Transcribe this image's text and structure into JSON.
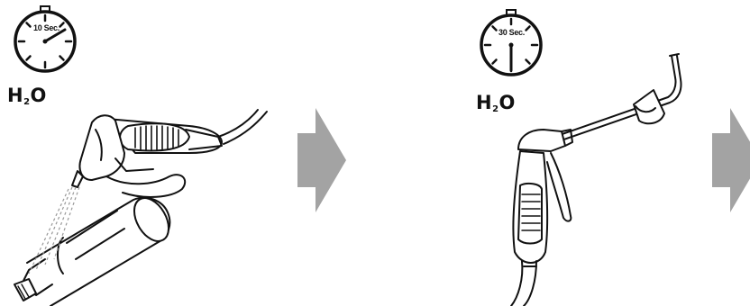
{
  "steps": [
    {
      "timer": {
        "label": "10 Sec.",
        "seconds": 10
      },
      "medium": {
        "base": "H",
        "subscript": "2",
        "rest": "O"
      },
      "tool": "handpiece-with-air-water-syringe"
    },
    {
      "timer": {
        "label": "30 Sec.",
        "seconds": 30
      },
      "medium": {
        "base": "H",
        "subscript": "2",
        "rest": "O"
      },
      "tool": "spray-gun-with-adapter"
    }
  ],
  "arrows": [
    {
      "direction": "right",
      "color": "#a3a3a3"
    },
    {
      "direction": "right",
      "color": "#a3a3a3"
    }
  ]
}
